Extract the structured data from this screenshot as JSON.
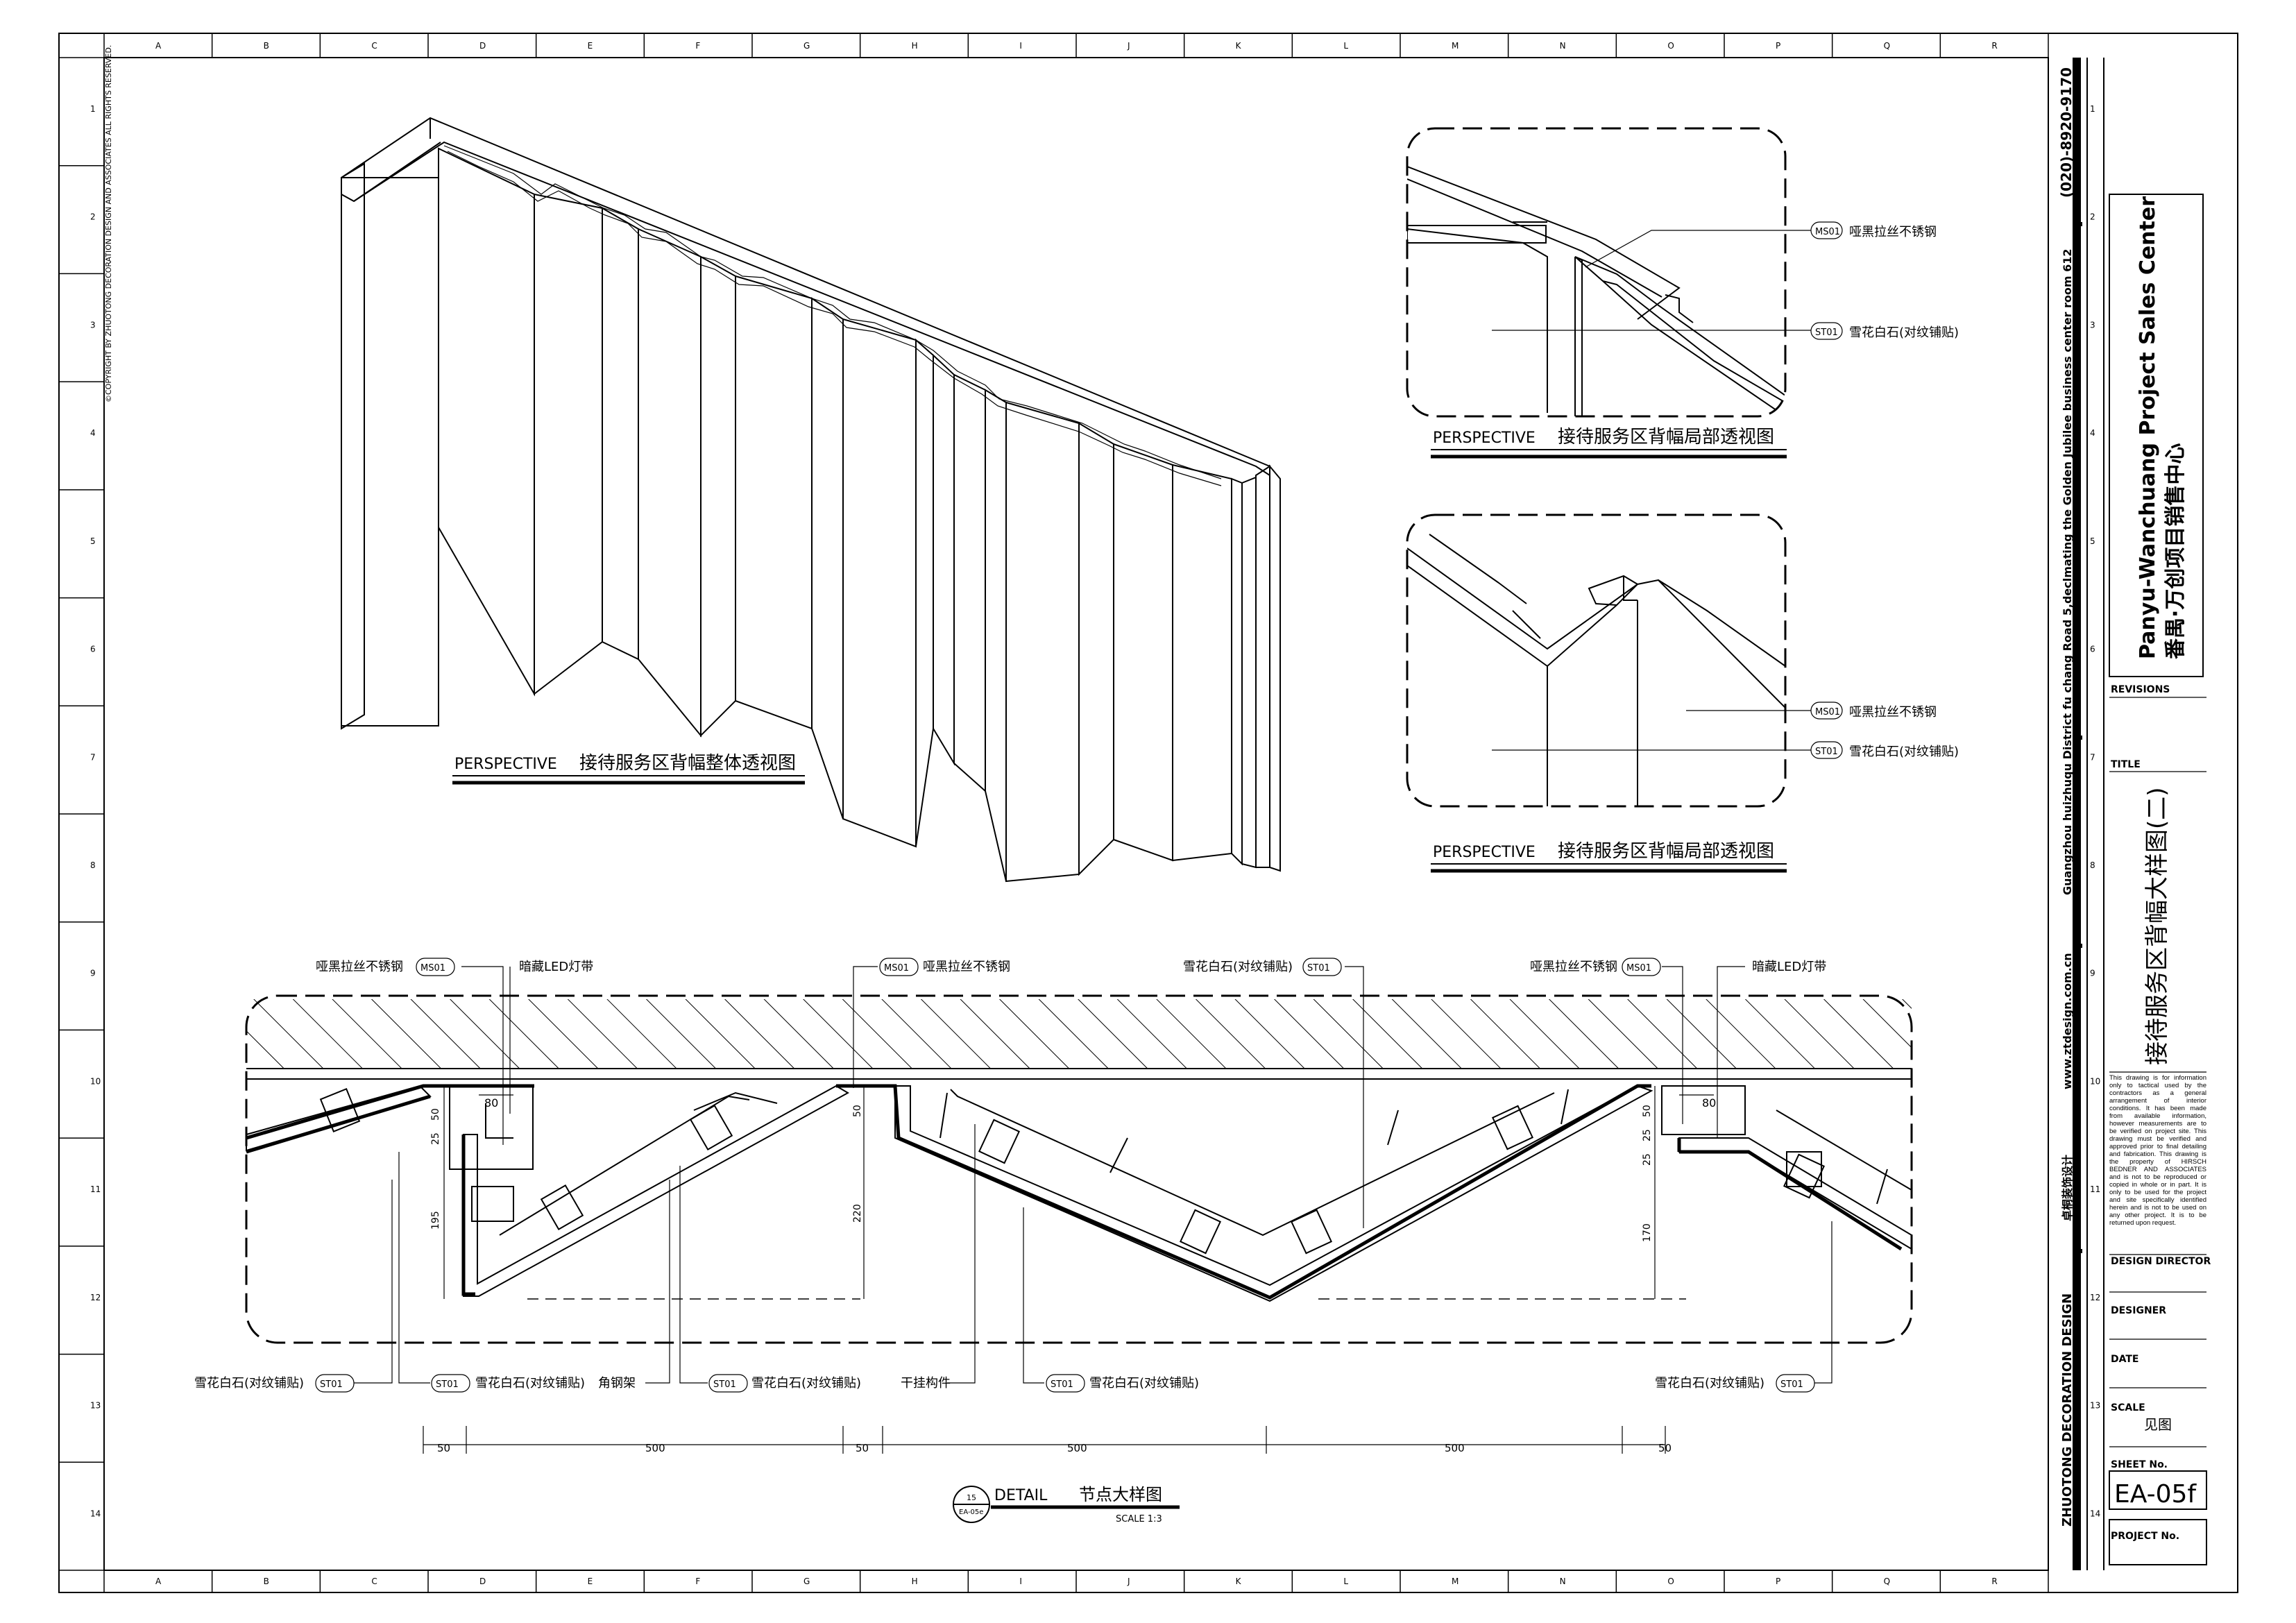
{
  "grid": {
    "columns": [
      "A",
      "B",
      "C",
      "D",
      "E",
      "F",
      "G",
      "H",
      "I",
      "J",
      "K",
      "L",
      "M",
      "N",
      "O",
      "P",
      "Q",
      "R"
    ],
    "rows": [
      "1",
      "2",
      "3",
      "4",
      "5",
      "6",
      "7",
      "8",
      "9",
      "10",
      "11",
      "12",
      "13",
      "14"
    ]
  },
  "copyright": "©COPYRIGHT BY ZHUOTONG DECORATION DESIGN AND ASSOCIATES ALL RIGHTS RESERVED.",
  "views": {
    "overall": {
      "prefix": "PERSPECTIVE",
      "title": "接待服务区背幅整体透视图"
    },
    "partial1": {
      "prefix": "PERSPECTIVE",
      "title": "接待服务区背幅局部透视图"
    },
    "partial2": {
      "prefix": "PERSPECTIVE",
      "title": "接待服务区背幅局部透视图"
    },
    "detail": {
      "prefix": "DETAIL",
      "title": "节点大样图",
      "scale": "SCALE  1:3",
      "bubble_top": "15",
      "bubble_bottom": "EA-05e"
    }
  },
  "partial1_callouts": [
    {
      "code": "MS01",
      "text": "哑黑拉丝不锈钢"
    },
    {
      "code": "ST01",
      "text": "雪花白石(对纹铺贴)"
    }
  ],
  "partial2_callouts": [
    {
      "code": "MS01",
      "text": "哑黑拉丝不锈钢"
    },
    {
      "code": "ST01",
      "text": "雪花白石(对纹铺贴)"
    }
  ],
  "detail_top_callouts": [
    {
      "code": "MS01",
      "text": "哑黑拉丝不锈钢"
    },
    {
      "text": "暗藏LED灯带"
    },
    {
      "code": "MS01",
      "text": "哑黑拉丝不锈钢"
    },
    {
      "code": "ST01",
      "text": "雪花白石(对纹铺贴)"
    },
    {
      "code": "MS01",
      "text": "哑黑拉丝不锈钢"
    },
    {
      "text": "暗藏LED灯带"
    }
  ],
  "detail_bottom_callouts": [
    {
      "code": "ST01",
      "text": "雪花白石(对纹铺贴)"
    },
    {
      "code": "ST01",
      "text": "雪花白石(对纹铺贴)"
    },
    {
      "text": "角钢架"
    },
    {
      "code": "ST01",
      "text": "雪花白石(对纹铺贴)"
    },
    {
      "text": "干挂构件"
    },
    {
      "code": "ST01",
      "text": "雪花白石(对纹铺贴)"
    },
    {
      "code": "ST01",
      "text": "雪花白石(对纹铺贴)"
    }
  ],
  "dimensions": {
    "bottom": [
      "50",
      "500",
      "50",
      "500",
      "500",
      "50"
    ],
    "left": [
      "80",
      "50",
      "25",
      "195",
      "220",
      "50"
    ],
    "right": [
      "80",
      "50",
      "25",
      "25",
      "170"
    ]
  },
  "title_block": {
    "phone": "(020)-8920-9170",
    "address": "Guangzhou huizhuqu District fu chang Road 5,declmating the Golden Jubilee business center room 612",
    "website": "www.ztdesign.com.cn",
    "company_cn": "卓桐装饰设计",
    "company_en": "ZHUOTONG DECORATION DESIGN",
    "project_en": "Panyu-Wanchuang Project Sales Center",
    "project_cn": "番禺·万创项目销售中心",
    "revisions_label": "REVISIONS",
    "title_label": "TITLE",
    "drawing_title": "接待服务区背幅大样图(二)",
    "notice": "This drawing is for information only to tactical used by the contractors as a general arrangement of interior conditions. It has been made from available information, however measurements are to be verified on project site. This drawing must be verified and approved prior to final detailing and fabrication. This drawing is the property of HIRSCH BEDNER AND ASSOCIATES and is not to be reproduced or copied in whole or in part. It is only to be used for the project and site specifically identified herein and is not to be used on any other project. It is to be returned upon request.",
    "design_director_label": "DESIGN DIRECTOR",
    "designer_label": "DESIGNER",
    "date_label": "DATE",
    "scale_label": "SCALE",
    "scale_value": "见图",
    "sheet_no_label": "SHEET No.",
    "sheet_no": "EA-05f",
    "project_no_label": "PROJECT No."
  }
}
